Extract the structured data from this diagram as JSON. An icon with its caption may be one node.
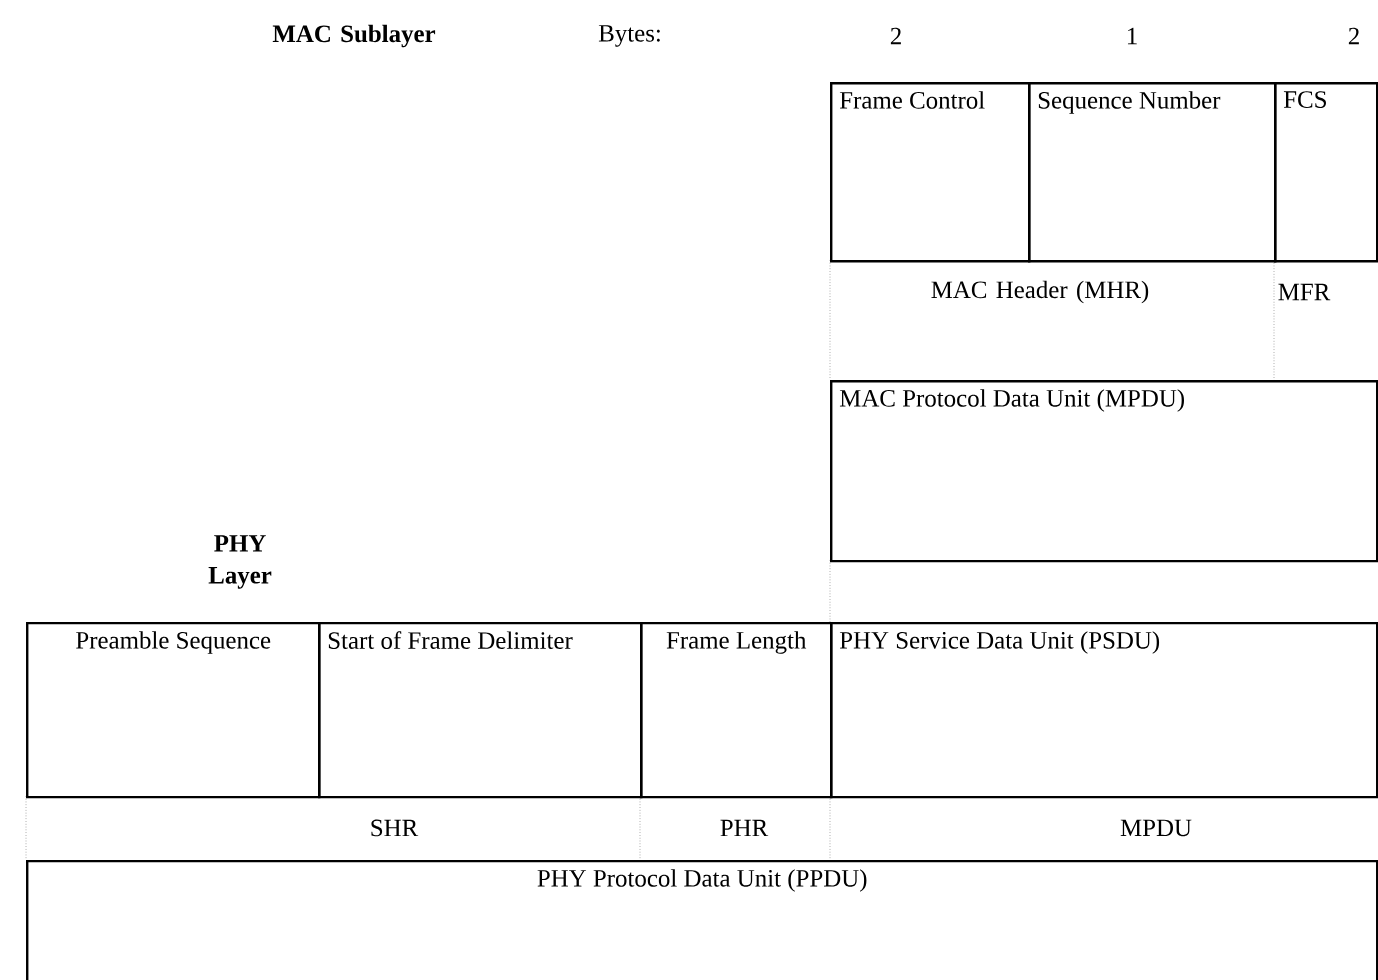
{
  "diagram": {
    "nodes": [
      {
        "text": [
          "Frame Control"
        ]
      },
      {
        "text": [
          "Sequence Number"
        ]
      },
      {
        "text": [
          "FCS"
        ]
      },
      {
        "text": [
          "MAC Protocol Data Unit (MPDU)"
        ]
      },
      {
        "text": [
          "Preamble Sequence"
        ]
      },
      {
        "text": [
          "Start of Frame Delimiter"
        ]
      },
      {
        "text": [
          "Frame Length"
        ]
      },
      {
        "text": [
          "PHY Service Data Unit (PSDU)"
        ]
      },
      {
        "text": [
          "PHY Protocol Data Unit (PPDU)"
        ]
      }
    ],
    "labels": [
      "MAC Sublayer",
      "Bytes:",
      "2",
      "1",
      "2",
      "MAC Header (MHR)",
      "MFR",
      "PHY Layer",
      "SHR",
      "PHR",
      "MPDU"
    ]
  }
}
